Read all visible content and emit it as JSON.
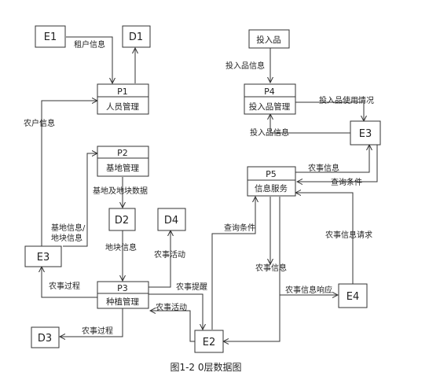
{
  "caption": "图1-2 0层数据图",
  "entities": {
    "e1": "E1",
    "e2": "E2",
    "e3_left": "E3",
    "e3_right": "E3",
    "e4": "E4",
    "input_box": "投入品"
  },
  "stores": {
    "d1": "D1",
    "d2": "D2",
    "d3": "D3",
    "d4": "D4"
  },
  "processes": {
    "p1": {
      "id": "P1",
      "name": "人员管理"
    },
    "p2": {
      "id": "P2",
      "name": "基地管理"
    },
    "p3": {
      "id": "P3",
      "name": "种植管理"
    },
    "p4": {
      "id": "P4",
      "name": "投入品管理"
    },
    "p5": {
      "id": "P5",
      "name": "信息服务"
    }
  },
  "flows": {
    "tenant_info": "租户信息",
    "farmer_info": "农户信息",
    "base_plot_data": "基地及地块数据",
    "base_info_1": "基地信息/",
    "plot_info_1": "地块信息",
    "plot_info_2": "地块信息",
    "farm_activity_1": "农事活动",
    "farm_process_1": "农事过程",
    "farm_reminder": "农事提醒",
    "farm_activity_2": "农事活动",
    "farm_process_2": "农事过程",
    "input_info_1": "投入品信息",
    "input_usage": "投入品使用情况",
    "input_info_2": "投入品信息",
    "farm_info_1": "农事信息",
    "query_cond_1": "查询条件",
    "query_cond_2": "查询条件",
    "farm_info_2": "农事信息",
    "farm_info_request": "农事信息请求",
    "farm_info_response": "农事信息响应"
  }
}
